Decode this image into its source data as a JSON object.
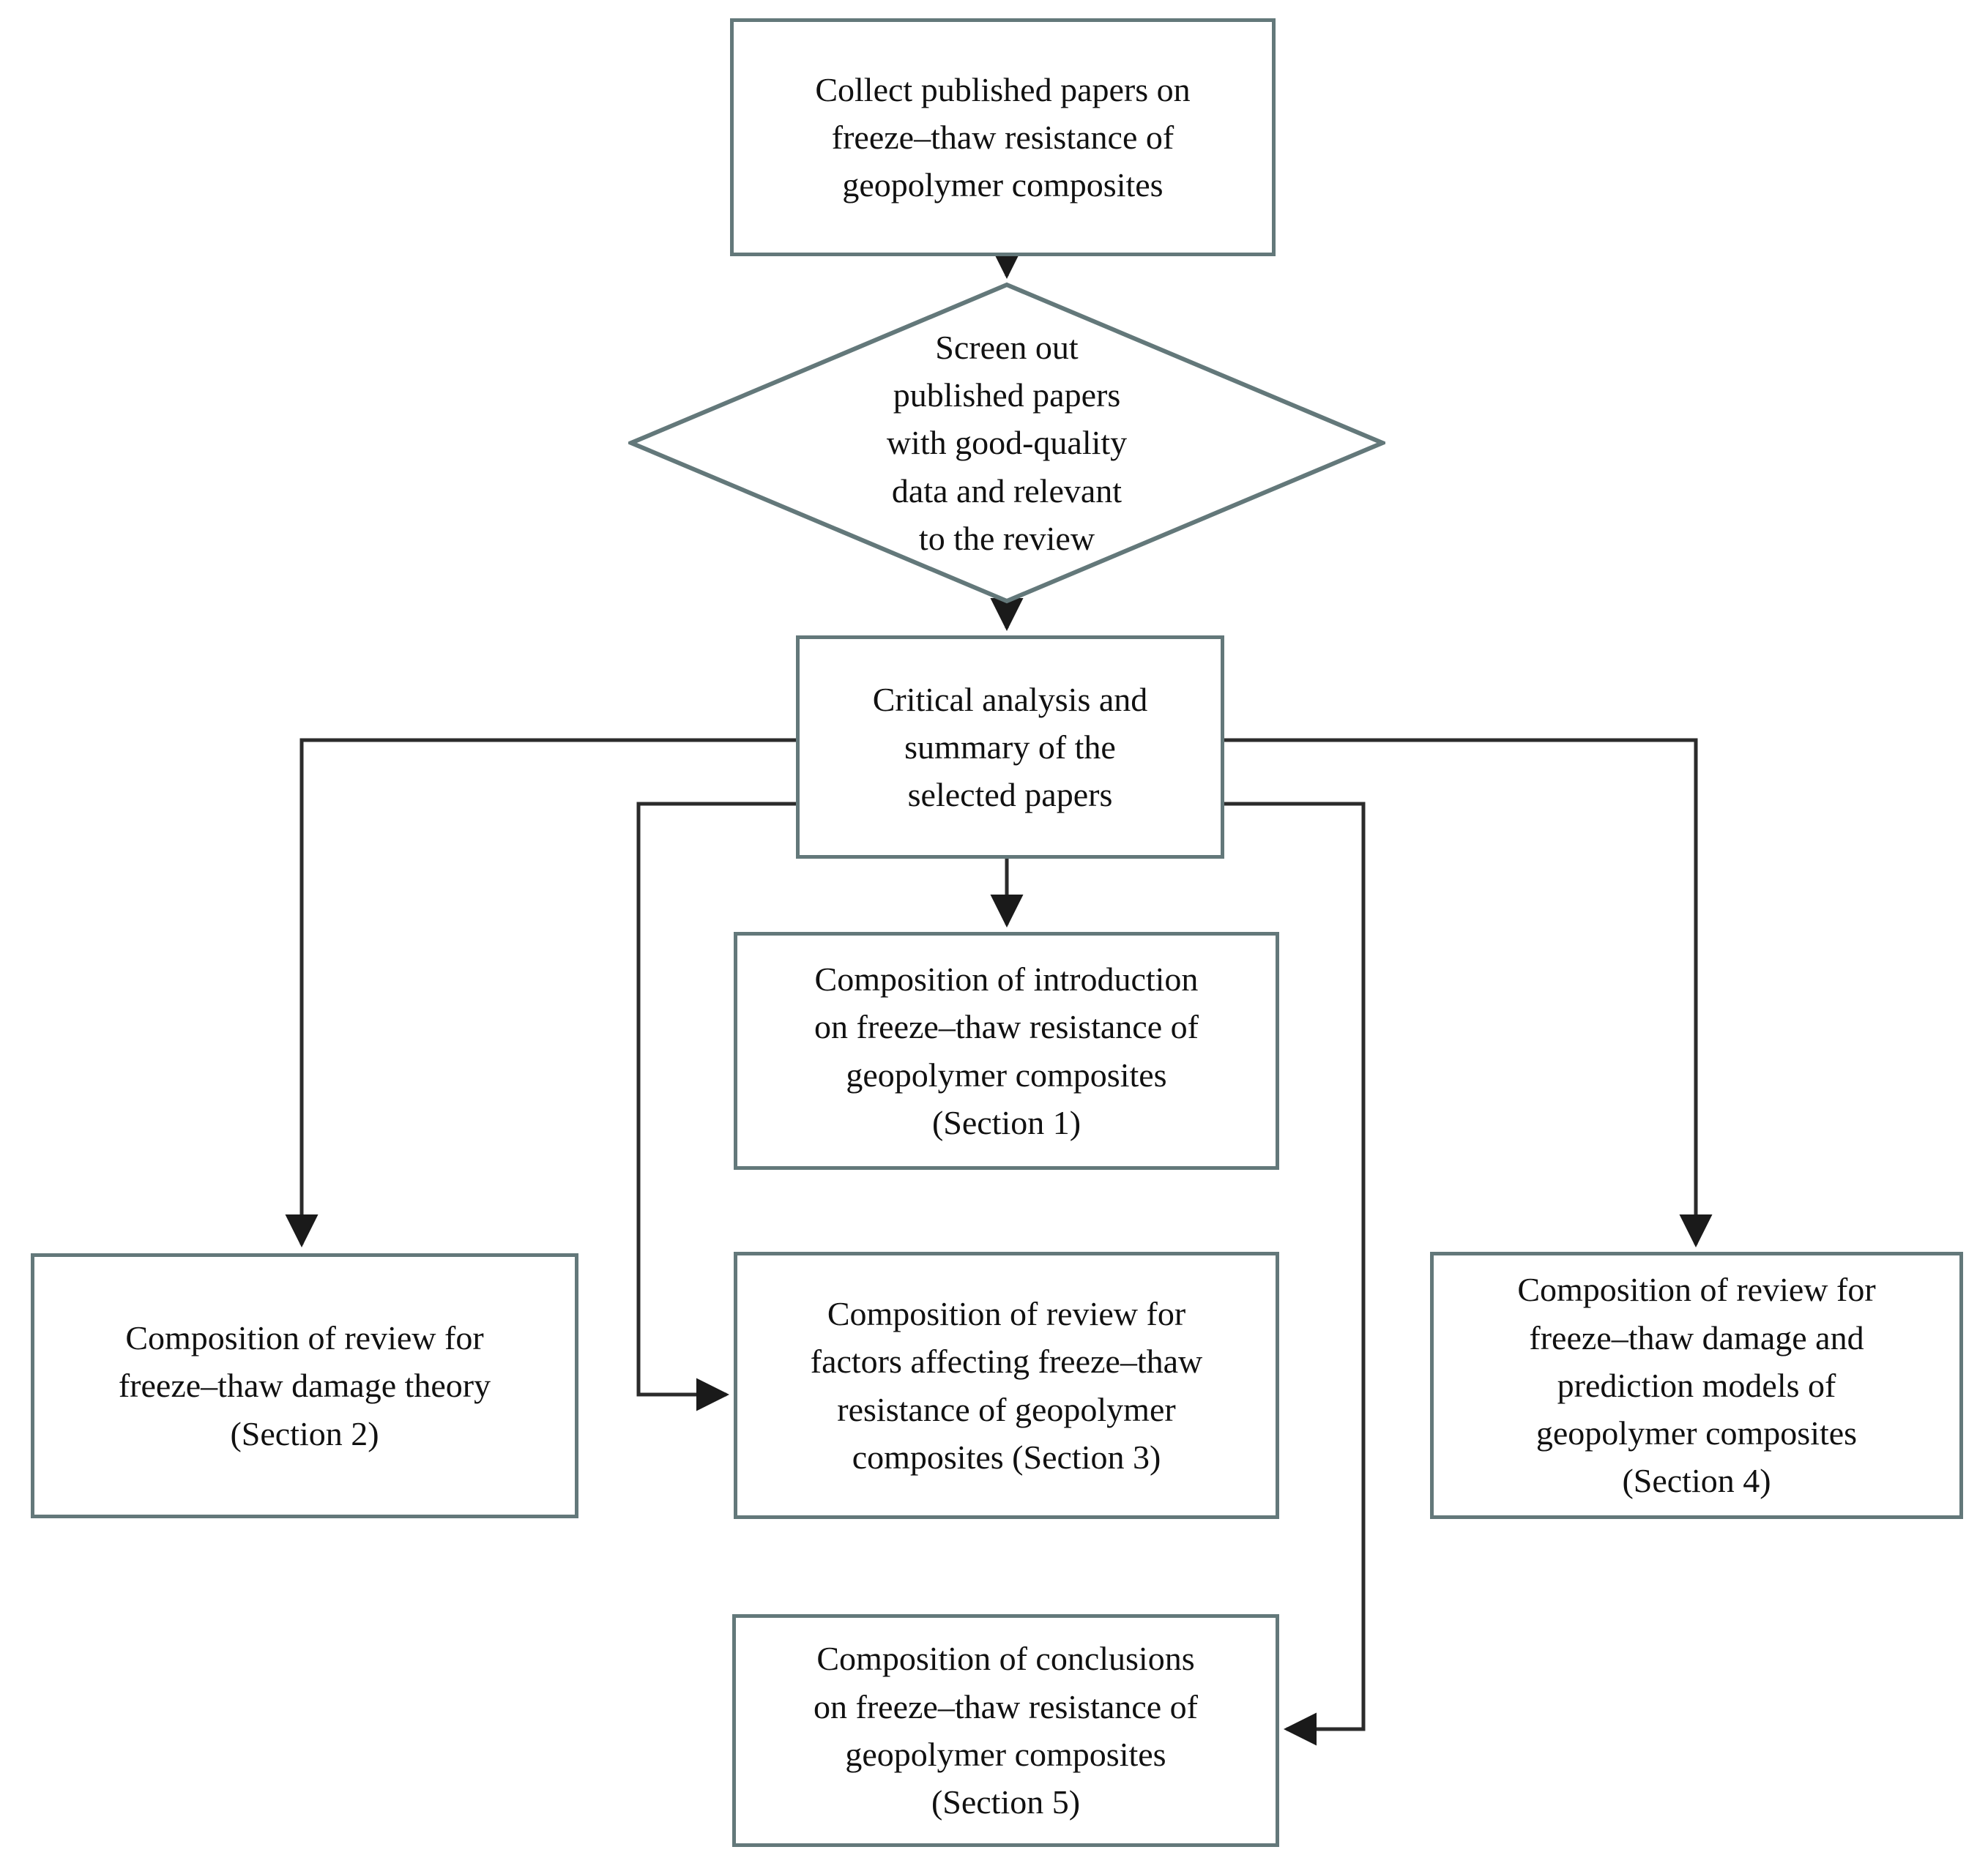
{
  "diagram": {
    "title": "Review methodology flowchart",
    "colors": {
      "node_border": "#63787a",
      "connector": "#3a3a3a",
      "background": "#ffffff",
      "text": "#111111"
    },
    "nodes": [
      {
        "id": "collect",
        "shape": "rectangle",
        "text": "Collect published papers on\nfreeze–thaw resistance of\ngeopolymer composites"
      },
      {
        "id": "screen",
        "shape": "diamond",
        "text": "Screen out\npublished  papers\nwith good-quality\ndata and  relevant\nto the review"
      },
      {
        "id": "critical",
        "shape": "rectangle",
        "text": "Critical analysis and\nsummary of the\nselected papers"
      },
      {
        "id": "section1",
        "shape": "rectangle",
        "text": "Composition of introduction\non freeze–thaw resistance of\ngeopolymer composites\n(Section 1)"
      },
      {
        "id": "section2",
        "shape": "rectangle",
        "text": "Composition of review for\nfreeze–thaw damage theory\n(Section 2)"
      },
      {
        "id": "section3",
        "shape": "rectangle",
        "text": "Composition of review for\nfactors affecting freeze–thaw\nresistance of geopolymer\ncomposites (Section 3)"
      },
      {
        "id": "section4",
        "shape": "rectangle",
        "text": "Composition of review for\nfreeze–thaw damage and\nprediction models of\ngeopolymer composites\n(Section 4)"
      },
      {
        "id": "section5",
        "shape": "rectangle",
        "text": "Composition of conclusions\non freeze–thaw resistance of\ngeopolymer composites\n(Section 5)"
      }
    ],
    "edges": [
      {
        "from": "collect",
        "to": "screen",
        "label": ""
      },
      {
        "from": "screen",
        "to": "critical",
        "label": ""
      },
      {
        "from": "critical",
        "to": "section1",
        "label": ""
      },
      {
        "from": "critical",
        "to": "section2",
        "label": ""
      },
      {
        "from": "critical",
        "to": "section3",
        "label": ""
      },
      {
        "from": "critical",
        "to": "section4",
        "label": ""
      },
      {
        "from": "critical",
        "to": "section5",
        "label": ""
      }
    ]
  }
}
